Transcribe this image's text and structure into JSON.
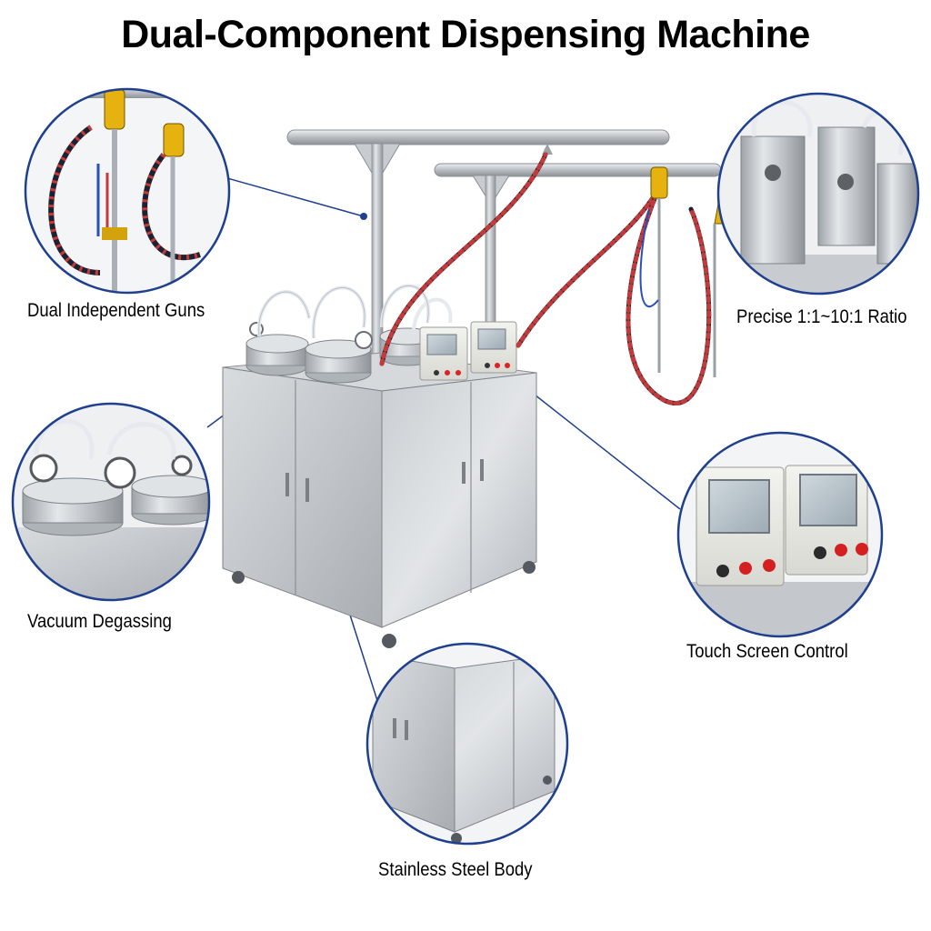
{
  "title": "Dual-Component Dispensing Machine",
  "accent_color": "#1f3f8f",
  "features": {
    "guns": "Dual Independent Guns",
    "ratio": "Precise 1:1~10:1 Ratio",
    "vacuum": "Vacuum Degassing",
    "touch": "Touch Screen Control",
    "steel": "Stainless Steel Body"
  }
}
